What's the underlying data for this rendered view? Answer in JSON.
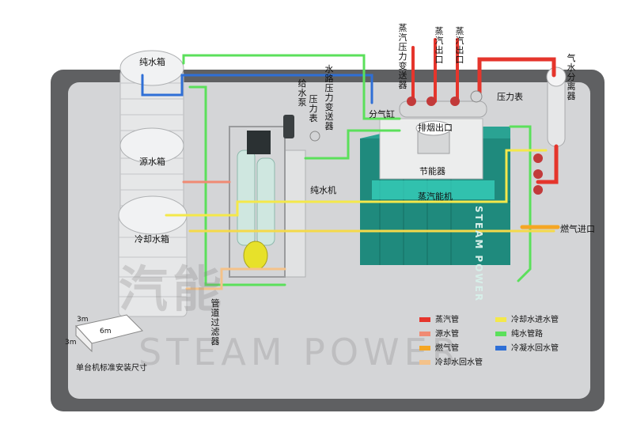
{
  "labels": {
    "pure_water_tank": "纯水箱",
    "source_water_tank": "源水箱",
    "cooling_water_tank": "冷却水箱",
    "feed_water_pump": "给水泵",
    "pressure_gauge_left": "压力表",
    "water_pressure_transmitter": "水路压力变送器",
    "steam_pressure_transmitter": "蒸汽压力变送器",
    "steam_outlet_1": "蒸汽出口",
    "steam_outlet_2": "蒸汽出口",
    "pressure_gauge_right": "压力表",
    "steam_water_separator": "气水分离器",
    "distribution_cylinder": "分气缸",
    "flue_outlet": "排烟出口",
    "economizer": "节能器",
    "steam_energy_machine": "蒸汽能机",
    "pure_water_machine": "纯水机",
    "gas_inlet": "燃气进口",
    "pipe_filter": "管道过滤器",
    "install_size_caption": "单台机标准安装尺寸",
    "dim_6m": "6m",
    "dim_3m_a": "3m",
    "dim_3m_b": "3m"
  },
  "watermark": {
    "en": "STEAM POWER",
    "cn": "汽能"
  },
  "brand_side": "STEAM POWER",
  "legend": [
    {
      "label": "蒸汽管",
      "color": "#e5352c"
    },
    {
      "label": "冷却水进水管",
      "color": "#f4e84a"
    },
    {
      "label": "源水管",
      "color": "#f08a73"
    },
    {
      "label": "纯水管路",
      "color": "#5be05b"
    },
    {
      "label": "燃气管",
      "color": "#f5a623"
    },
    {
      "label": "冷凝水回水管",
      "color": "#2f6fd6"
    },
    {
      "label": "冷却水回水管",
      "color": "#f4c28a"
    }
  ],
  "colors": {
    "steam": "#e5352c",
    "cooling_in": "#f4e84a",
    "source": "#f08a73",
    "pure": "#5be05b",
    "gas": "#f5a623",
    "condensate": "#2f6fd6",
    "cooling_return": "#f4c28a",
    "machine": "#1f8a7d",
    "platform_dark": "#5f6062",
    "platform_light": "#d4d5d7"
  }
}
